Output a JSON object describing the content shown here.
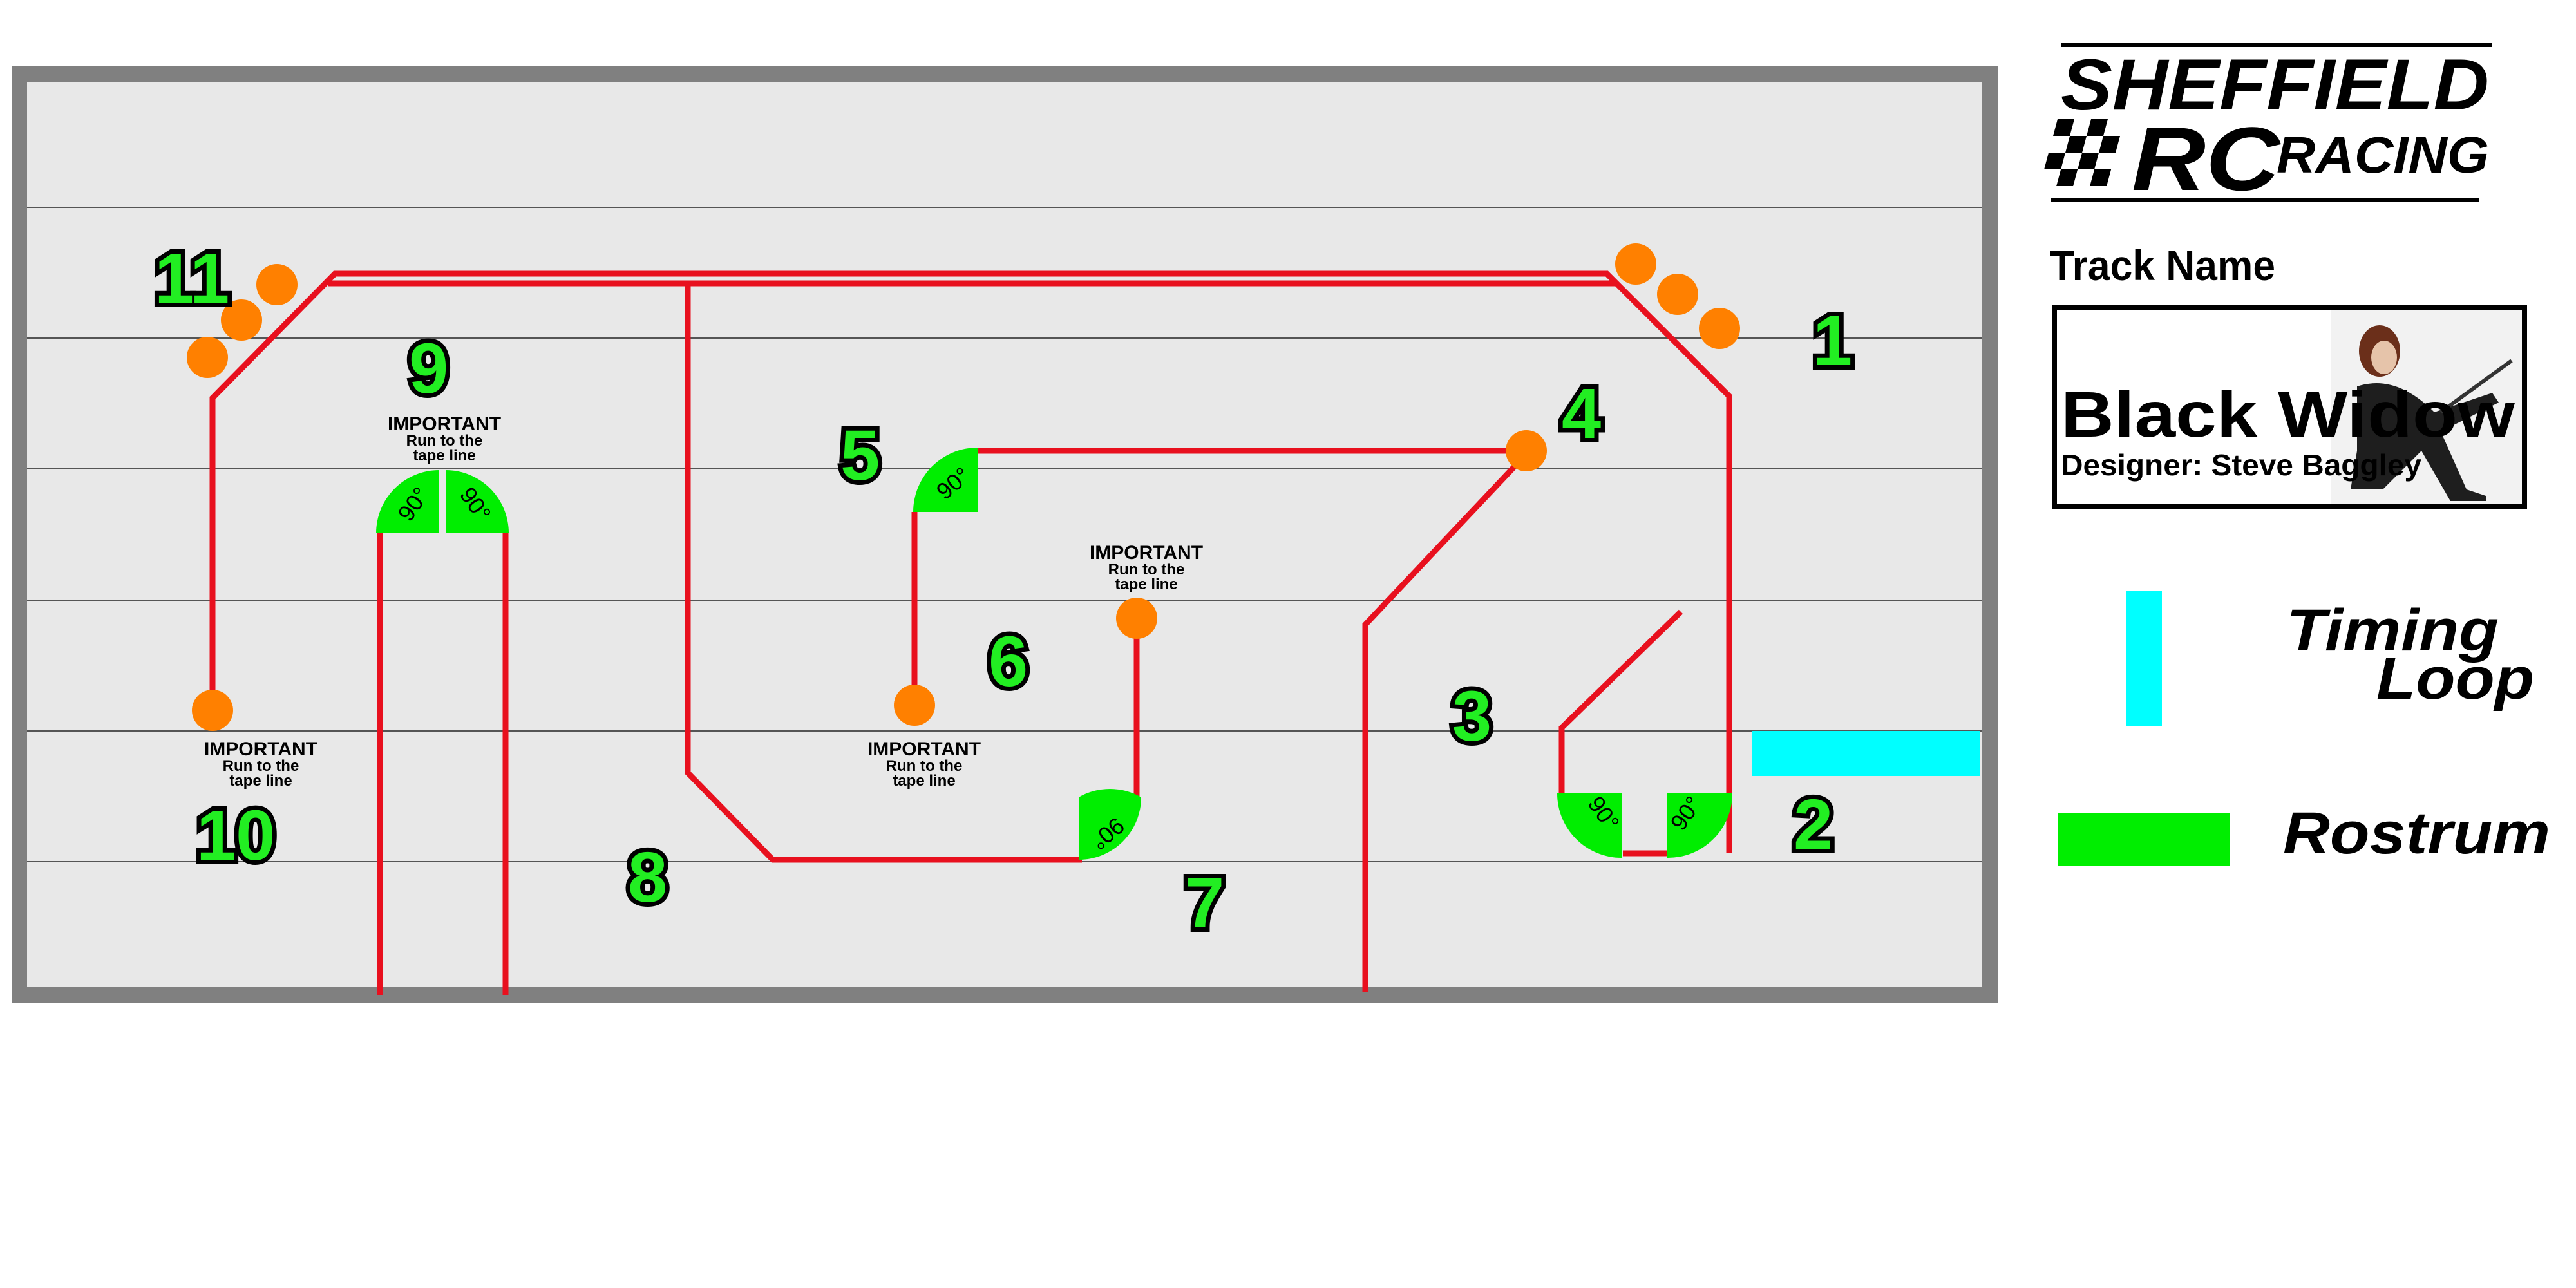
{
  "brand": {
    "line1": "SHEFFIELD",
    "line2_big": "RC",
    "line2_small": "RACING"
  },
  "track_card": {
    "heading": "Track Name",
    "name": "Black  Widow",
    "designer": "Designer: Steve Baggley"
  },
  "legend": {
    "timing_line1": "Timing",
    "timing_line2": "Loop",
    "timing_color": "#00ffff",
    "rostrum": "Rostrum",
    "rostrum_color": "#00ee00"
  },
  "colors": {
    "track_line": "#e8101e",
    "marker": "#ff8000",
    "border": "#808080",
    "floor": "#e8e8e8"
  },
  "corners": [
    "1",
    "2",
    "3",
    "4",
    "5",
    "6",
    "7",
    "8",
    "9",
    "10",
    "11"
  ],
  "notes": [
    {
      "l1": "IMPORTANT",
      "l2": "Run to the",
      "l3": "tape line"
    },
    {
      "l1": "IMPORTANT",
      "l2": "Run to the",
      "l3": "tape line"
    },
    {
      "l1": "IMPORTANT",
      "l2": "Run to the",
      "l3": "tape line"
    },
    {
      "l1": "IMPORTANT",
      "l2": "Run to the",
      "l3": "tape line"
    }
  ],
  "angles": [
    "90°",
    "90°",
    "90°",
    "90°",
    "90°",
    "90°"
  ]
}
